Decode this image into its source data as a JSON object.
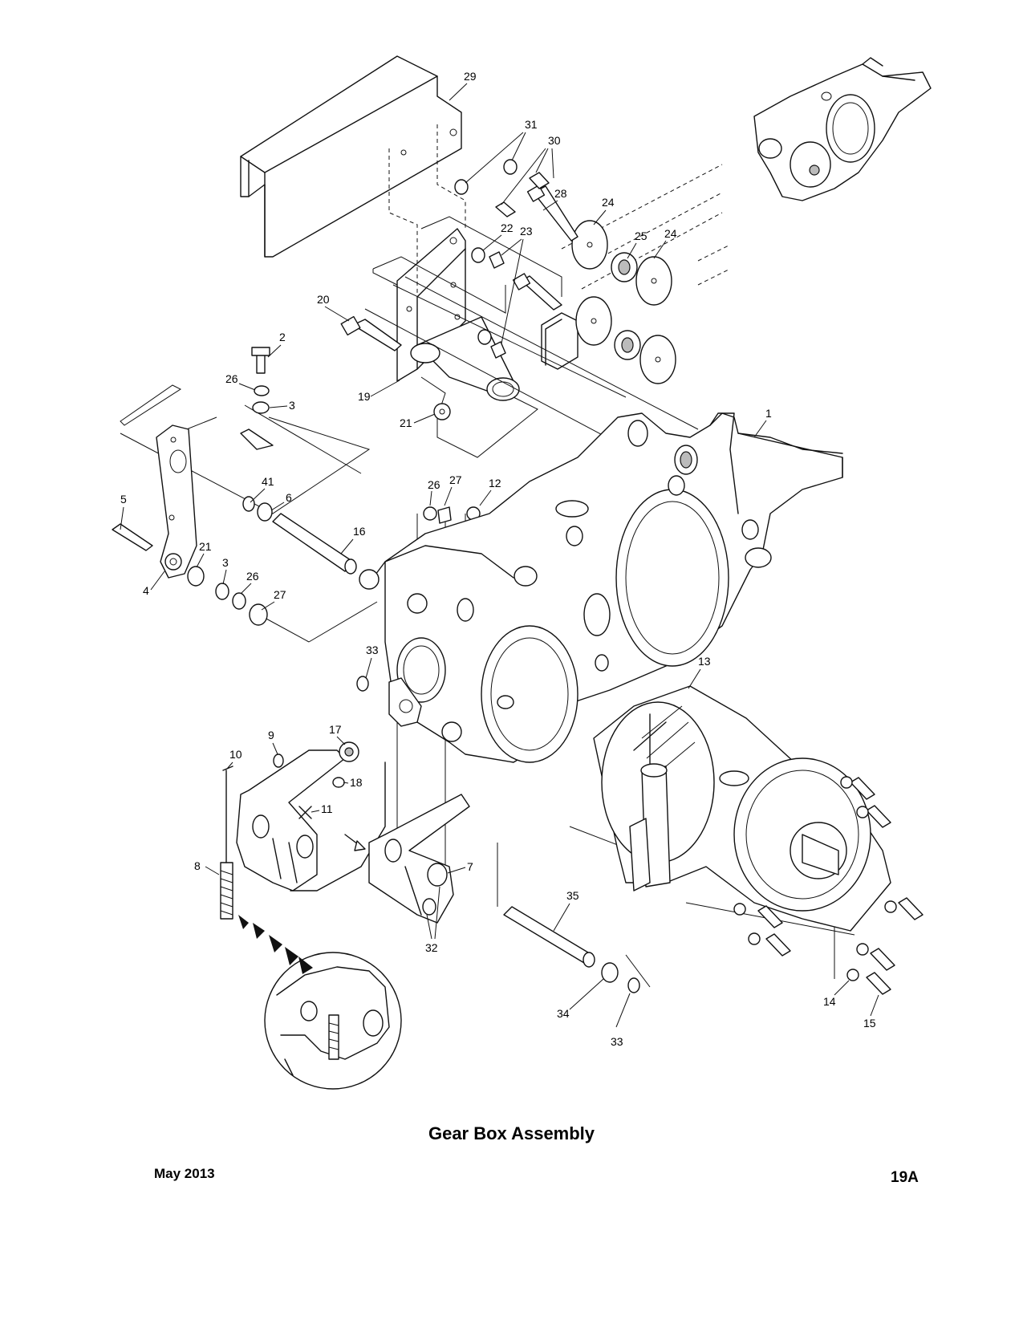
{
  "title": "Gear Box Assembly",
  "date": "May 2013",
  "page_number": "19A",
  "callouts": [
    {
      "id": "c29",
      "label": "29"
    },
    {
      "id": "c31",
      "label": "31"
    },
    {
      "id": "c30",
      "label": "30"
    },
    {
      "id": "c28",
      "label": "28"
    },
    {
      "id": "c24a",
      "label": "24"
    },
    {
      "id": "c24b",
      "label": "24"
    },
    {
      "id": "c25",
      "label": "25"
    },
    {
      "id": "c22",
      "label": "22"
    },
    {
      "id": "c23",
      "label": "23"
    },
    {
      "id": "c20",
      "label": "20"
    },
    {
      "id": "c2",
      "label": "2"
    },
    {
      "id": "c26a",
      "label": "26"
    },
    {
      "id": "c3a",
      "label": "3"
    },
    {
      "id": "c19",
      "label": "19"
    },
    {
      "id": "c21a",
      "label": "21"
    },
    {
      "id": "c1",
      "label": "1"
    },
    {
      "id": "c41",
      "label": "41"
    },
    {
      "id": "c6",
      "label": "6"
    },
    {
      "id": "c5",
      "label": "5"
    },
    {
      "id": "c26b",
      "label": "26"
    },
    {
      "id": "c27a",
      "label": "27"
    },
    {
      "id": "c12",
      "label": "12"
    },
    {
      "id": "c16",
      "label": "16"
    },
    {
      "id": "c21b",
      "label": "21"
    },
    {
      "id": "c3b",
      "label": "3"
    },
    {
      "id": "c26c",
      "label": "26"
    },
    {
      "id": "c4",
      "label": "4"
    },
    {
      "id": "c27b",
      "label": "27"
    },
    {
      "id": "c33a",
      "label": "33"
    },
    {
      "id": "c13",
      "label": "13"
    },
    {
      "id": "c9",
      "label": "9"
    },
    {
      "id": "c17",
      "label": "17"
    },
    {
      "id": "c10",
      "label": "10"
    },
    {
      "id": "c18",
      "label": "18"
    },
    {
      "id": "c11",
      "label": "11"
    },
    {
      "id": "c8",
      "label": "8"
    },
    {
      "id": "c7",
      "label": "7"
    },
    {
      "id": "c32",
      "label": "32"
    },
    {
      "id": "c35",
      "label": "35"
    },
    {
      "id": "c34",
      "label": "34"
    },
    {
      "id": "c33b",
      "label": "33"
    },
    {
      "id": "c14",
      "label": "14"
    },
    {
      "id": "c15",
      "label": "15"
    }
  ]
}
